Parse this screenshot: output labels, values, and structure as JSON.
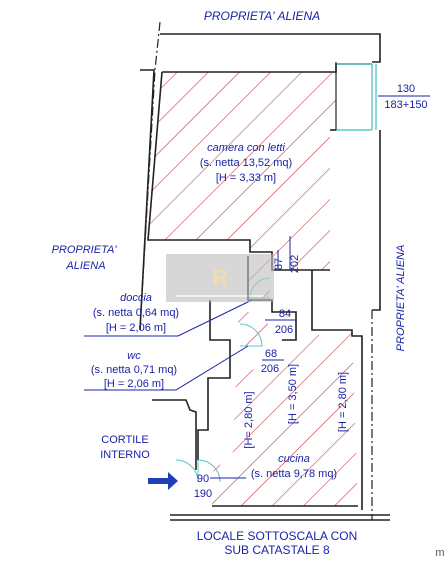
{
  "labels": {
    "top_property": "PROPRIETA' ALIENA",
    "left_property_line1": "PROPRIETA'",
    "left_property_line2": "ALIENA",
    "right_property": "PROPRIETA' ALIENA",
    "courtyard_line1": "CORTILE",
    "courtyard_line2": "INTERNO",
    "bottom_line1": "LOCALE SOTTOSCALA CON",
    "bottom_line2": "SUB CATASTALE 8",
    "corner_mark": "m"
  },
  "rooms": {
    "bedroom": {
      "name": "camera con letti",
      "area": "(s. netta 13,52 mq)",
      "height": "[H = 3,33 m]"
    },
    "shower": {
      "name": "doccia",
      "area": "(s. netta 0,64 mq)",
      "height": "[H = 2,06 m]"
    },
    "wc": {
      "name": "wc",
      "area": "(s. netta 0,71 mq)",
      "height": "[H = 2,06 m]"
    },
    "kitchen": {
      "name": "cucina",
      "area": "(s. netta 9,78 mq)",
      "h1": "[H= 2,80 m]",
      "h2": "[H = 3,50 m]",
      "h3": "[H = 2,80 m]"
    }
  },
  "dimensions": {
    "window_top": "130",
    "window_bottom": "183+150",
    "door1_width": "87",
    "door1_height": "202",
    "door2_width": "84",
    "door2_height": "206",
    "door3_width": "68",
    "door3_height": "206",
    "entry_width": "90",
    "entry_height": "190"
  },
  "colors": {
    "lines": "#1a23a6",
    "hatch": "#c4303a",
    "walls": "#222222",
    "arrow": "#1f3fb8",
    "window": "#5fc8c8"
  },
  "watermark": {
    "icon": "logo-watermark"
  }
}
